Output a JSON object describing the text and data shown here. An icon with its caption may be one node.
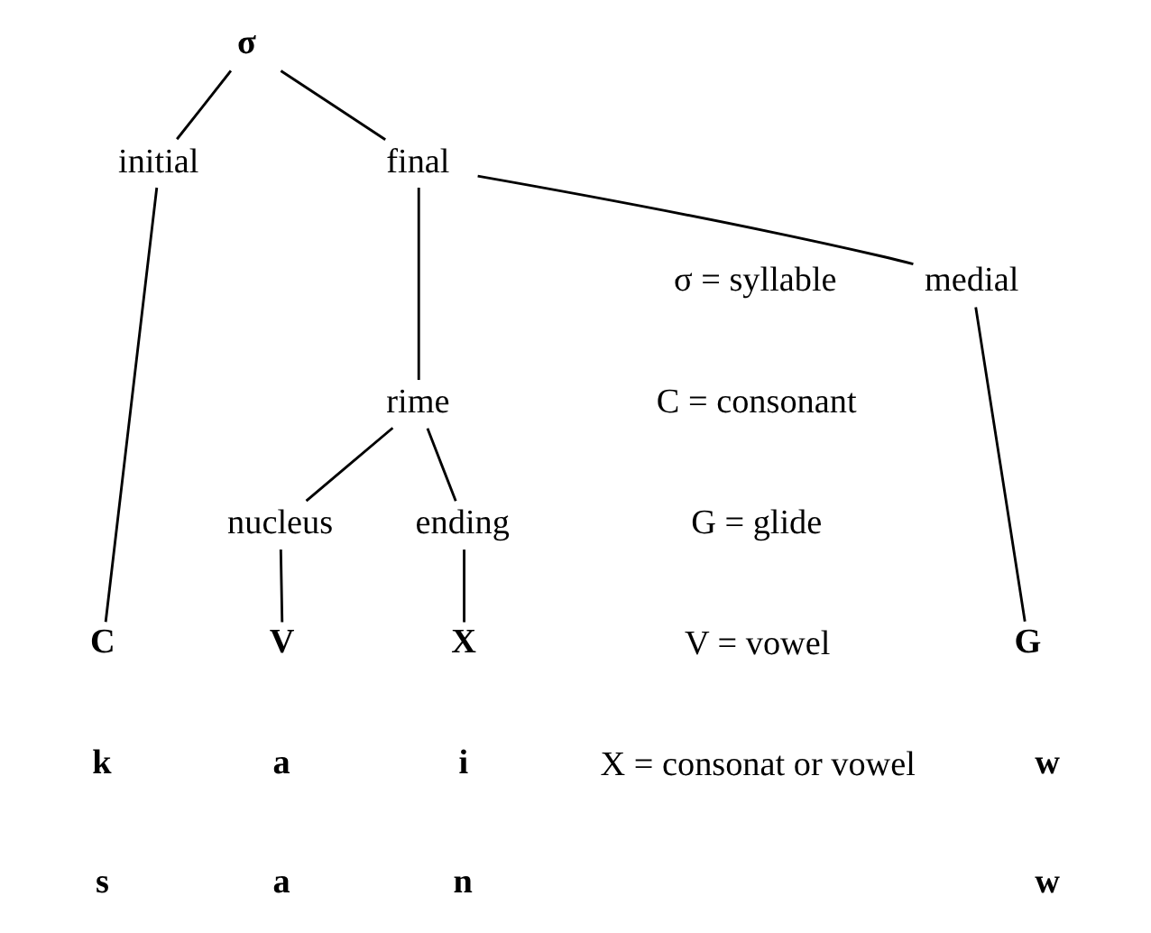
{
  "diagram": {
    "nodes": [
      {
        "text": [
          "σ"
        ]
      },
      {
        "text": [
          "initial"
        ]
      },
      {
        "text": [
          "final"
        ]
      },
      {
        "text": [
          "medial"
        ]
      },
      {
        "text": [
          "rime"
        ]
      },
      {
        "text": [
          "nucleus"
        ]
      },
      {
        "text": [
          "ending"
        ]
      },
      {
        "text": [
          "C"
        ]
      },
      {
        "text": [
          "G"
        ]
      },
      {
        "text": [
          "V"
        ]
      },
      {
        "text": [
          "X"
        ]
      }
    ],
    "edges": [
      {
        "from": 0,
        "to": 1,
        "arrow": "none"
      },
      {
        "from": 0,
        "to": 2,
        "arrow": "none"
      },
      {
        "from": 1,
        "to": 7,
        "arrow": "none"
      },
      {
        "from": 2,
        "to": 3,
        "arrow": "none"
      },
      {
        "from": 2,
        "to": 4,
        "arrow": "none"
      },
      {
        "from": 3,
        "to": 8,
        "arrow": "none"
      },
      {
        "from": 4,
        "to": 5,
        "arrow": "none"
      },
      {
        "from": 4,
        "to": 6,
        "arrow": "none"
      },
      {
        "from": 5,
        "to": 9,
        "arrow": "none"
      },
      {
        "from": 6,
        "to": 10,
        "arrow": "none"
      }
    ],
    "labels": [
      "k",
      "w",
      "a",
      "i",
      "s",
      "w",
      "a",
      "n"
    ],
    "legend": [
      {
        "text": "σ = syllable"
      },
      {
        "text": "C = consonant"
      },
      {
        "text": "G = glide"
      },
      {
        "text": "V = vowel"
      },
      {
        "text": "X = consonat or vowel"
      }
    ]
  }
}
